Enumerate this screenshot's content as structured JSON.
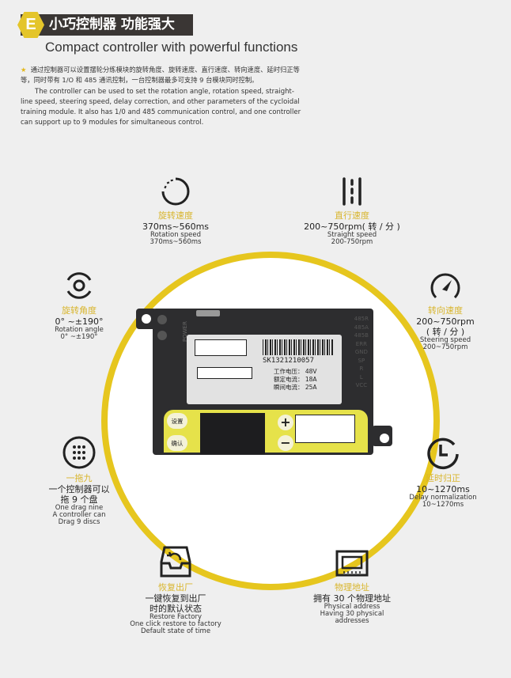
{
  "header": {
    "badge": "E",
    "title": "小巧控制器 功能强大",
    "subtitle": "Compact controller with powerful functions"
  },
  "description": {
    "star": "★",
    "cn": "通过控制器可以设置摆轮分练模块的旋转角度、旋转速度、直行速度、转向速度、延时归正等等，同时带有 1/O 和 485 通讯控制，一台控制器最多可支持 9 台模块同时控制。",
    "en": "The controller can be used to set the rotation angle, rotation speed, straight-line speed, steering speed, delay correction, and other parameters of the cycloidal training module. It also has 1/0 and 485 communication control, and one controller can support up to 9 modules for simultaneous control."
  },
  "features": {
    "rotation_speed": {
      "cn": "旋转速度",
      "value": "370ms~560ms",
      "en1": "Rotation speed",
      "en2": "370ms~560ms"
    },
    "straight_speed": {
      "cn": "直行速度",
      "value": "200~750rpm( 转 / 分 )",
      "en1": "Straight speed",
      "en2": "200-750rpm"
    },
    "rotation_angle": {
      "cn": "旋转角度",
      "value": "0° ~±190°",
      "en1": "Rotation angle",
      "en2": "0° ~±190°"
    },
    "steering_speed": {
      "cn": "转向速度",
      "value": "200~750rpm",
      "value2": "( 转 / 分 )",
      "en1": "Steering speed",
      "en2": "200~750rpm"
    },
    "one_drag_nine": {
      "cn": "一拖九",
      "value": "一个控制器可以",
      "value2": "拖 9 个盘",
      "en1": "One drag nine",
      "en2": "A controller can",
      "en3": "Drag 9 discs"
    },
    "delay": {
      "cn": "延时归正",
      "value": "10~1270ms",
      "en1": "Delay normalization",
      "en2": "10~1270ms"
    },
    "restore": {
      "cn": "恢复出厂",
      "value": "一键恢复到出厂",
      "value2": "时的默认状态",
      "en1": "Restore Factory",
      "en2": "One click restore to factory",
      "en3": "Default state of time"
    },
    "address": {
      "cn": "物理地址",
      "value": "拥有 30 个物理地址",
      "en1": "Physical address",
      "en2": "Having 30 physical",
      "en3": "addresses"
    }
  },
  "device": {
    "power": "POWER",
    "serial": "SK1321210057",
    "spec1": "工作电压： 48V",
    "spec2": "额定电流： 18A",
    "spec3": "瞬间电流： 25A",
    "ports": [
      "485R",
      "485A",
      "485B",
      "ERR",
      "GND",
      "SP",
      "R",
      "L",
      "VCC"
    ],
    "btn_set": "设置",
    "btn_confirm": "确认",
    "plus": "+",
    "minus": "−"
  },
  "colors": {
    "accent": "#e6c61e",
    "header_bg": "#3a3634"
  }
}
